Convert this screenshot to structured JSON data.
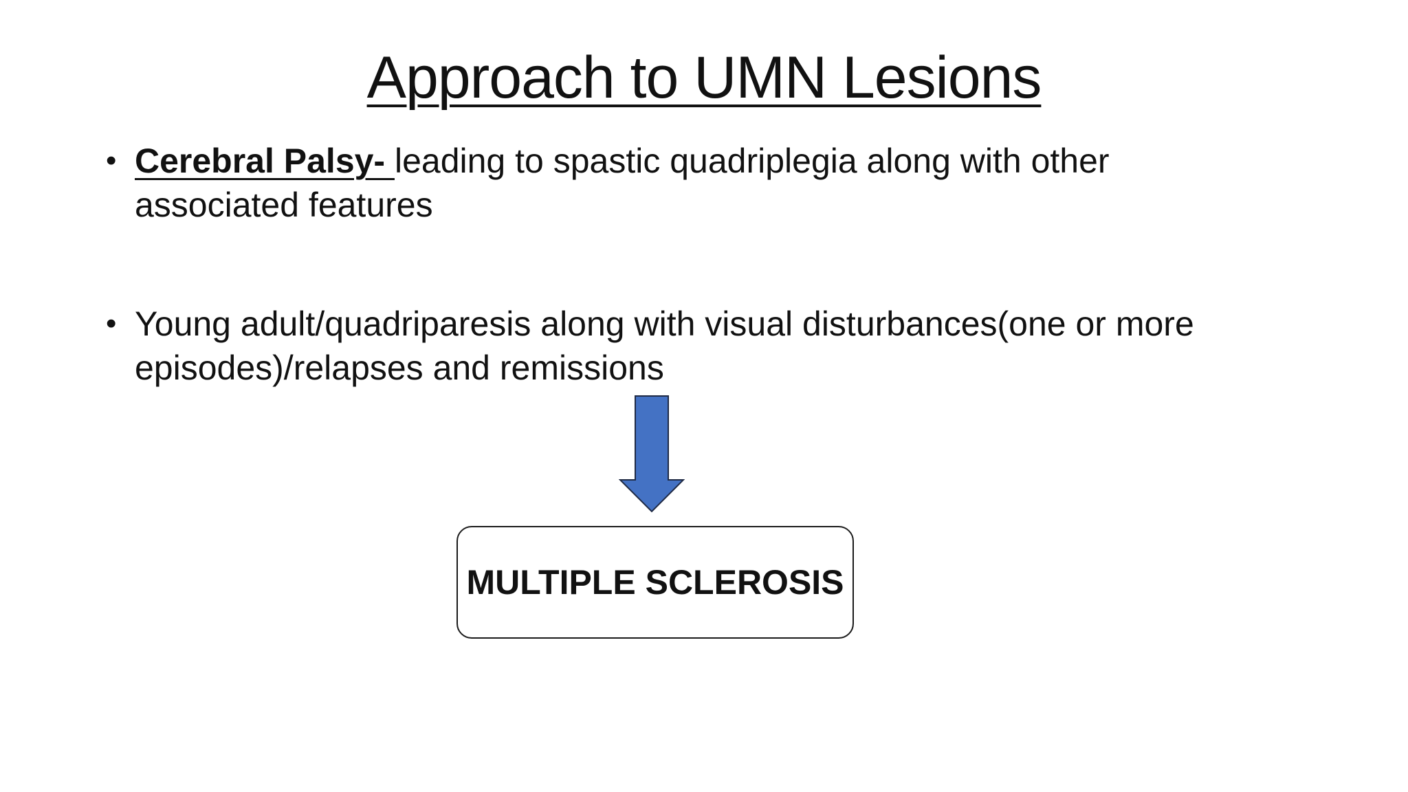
{
  "slide": {
    "title": "Approach to UMN Lesions",
    "bullets": [
      {
        "lead": "Cerebral Palsy- ",
        "text": "leading to spastic quadriplegia along with other associated features"
      },
      {
        "text": "Young adult/quadriparesis along with visual disturbances(one or more episodes)/relapses and remissions"
      }
    ],
    "result_box": {
      "label": "MULTIPLE SCLEROSIS"
    },
    "colors": {
      "arrow_fill": "#4472C4",
      "arrow_stroke": "#1F2A44",
      "text": "#111111",
      "background": "#FFFFFF"
    },
    "icons": {
      "arrow": "down-arrow-icon",
      "bullet": "bullet-dot"
    }
  }
}
